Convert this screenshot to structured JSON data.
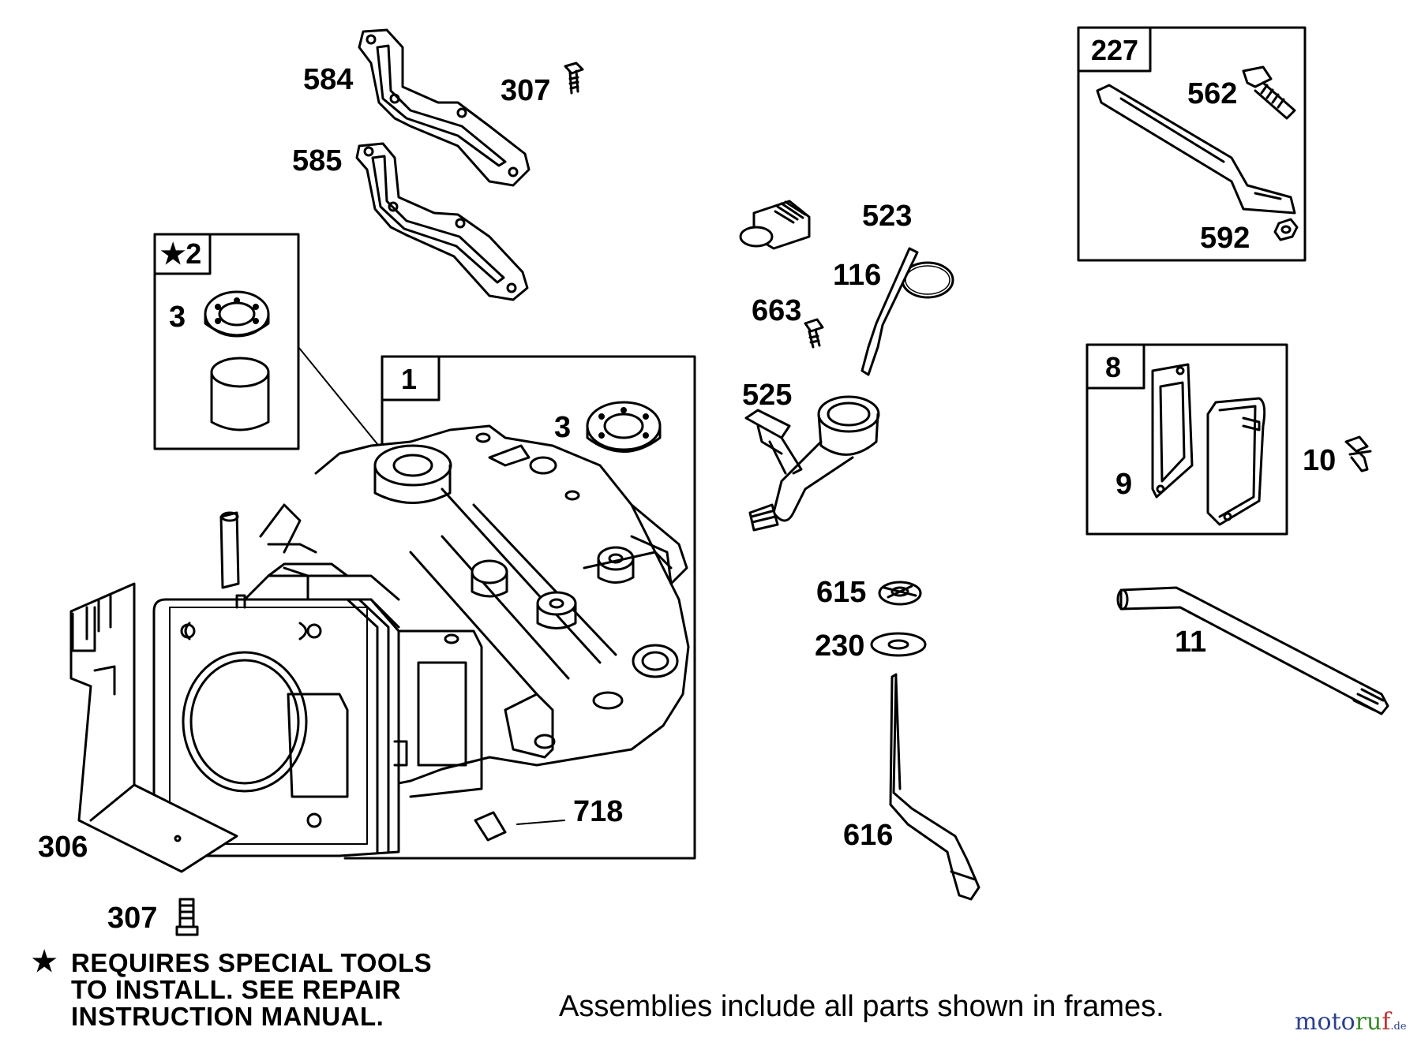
{
  "labels": [
    {
      "id": "584",
      "text": "584"
    },
    {
      "id": "307a",
      "text": "307"
    },
    {
      "id": "585",
      "text": "585"
    },
    {
      "id": "2",
      "text": "★2"
    },
    {
      "id": "3a",
      "text": "3"
    },
    {
      "id": "1",
      "text": "1"
    },
    {
      "id": "3b",
      "text": "3"
    },
    {
      "id": "306",
      "text": "306"
    },
    {
      "id": "307b",
      "text": "307"
    },
    {
      "id": "718",
      "text": "718"
    },
    {
      "id": "523",
      "text": "523"
    },
    {
      "id": "116",
      "text": "116"
    },
    {
      "id": "663",
      "text": "663"
    },
    {
      "id": "525",
      "text": "525"
    },
    {
      "id": "615",
      "text": "615"
    },
    {
      "id": "230",
      "text": "230"
    },
    {
      "id": "616",
      "text": "616"
    },
    {
      "id": "227",
      "text": "227"
    },
    {
      "id": "562",
      "text": "562"
    },
    {
      "id": "592",
      "text": "592"
    },
    {
      "id": "8",
      "text": "8"
    },
    {
      "id": "9",
      "text": "9"
    },
    {
      "id": "10",
      "text": "10"
    },
    {
      "id": "11",
      "text": "11"
    }
  ],
  "note": {
    "star": "★",
    "lines": [
      "REQUIRES SPECIAL TOOLS",
      "TO INSTALL.  SEE REPAIR",
      "INSTRUCTION MANUAL."
    ]
  },
  "caption": "Assemblies include all parts shown in frames.",
  "watermark": {
    "part1": "moto",
    "part2": "ru",
    "part3": "f",
    "tld": ".de"
  }
}
